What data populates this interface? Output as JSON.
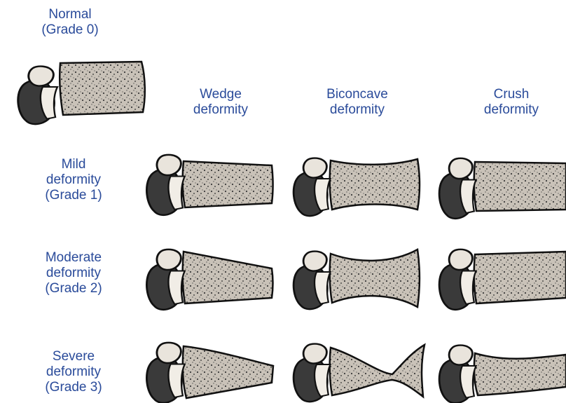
{
  "colors": {
    "label_text": "#2a4b9a",
    "bone_fill": "#c9c2b8",
    "bone_dark": "#1b1b1b",
    "background": "#ffffff"
  },
  "column_headers": [
    {
      "label": "Wedge\ndeformity"
    },
    {
      "label": "Biconcave\ndeformity"
    },
    {
      "label": "Crush\ndeformity"
    }
  ],
  "rows": [
    {
      "label": "Normal\n(Grade 0)"
    },
    {
      "label": "Mild\ndeformity\n(Grade 1)"
    },
    {
      "label": "Moderate\ndeformity\n(Grade 2)"
    },
    {
      "label": "Severe\ndeformity\n(Grade 3)"
    }
  ],
  "images": {
    "normal": "normal-vertebra-illustration",
    "wedge": "wedge-deformity-vertebra-illustration",
    "biconcave": "biconcave-deformity-vertebra-illustration",
    "crush": "crush-deformity-vertebra-illustration"
  }
}
